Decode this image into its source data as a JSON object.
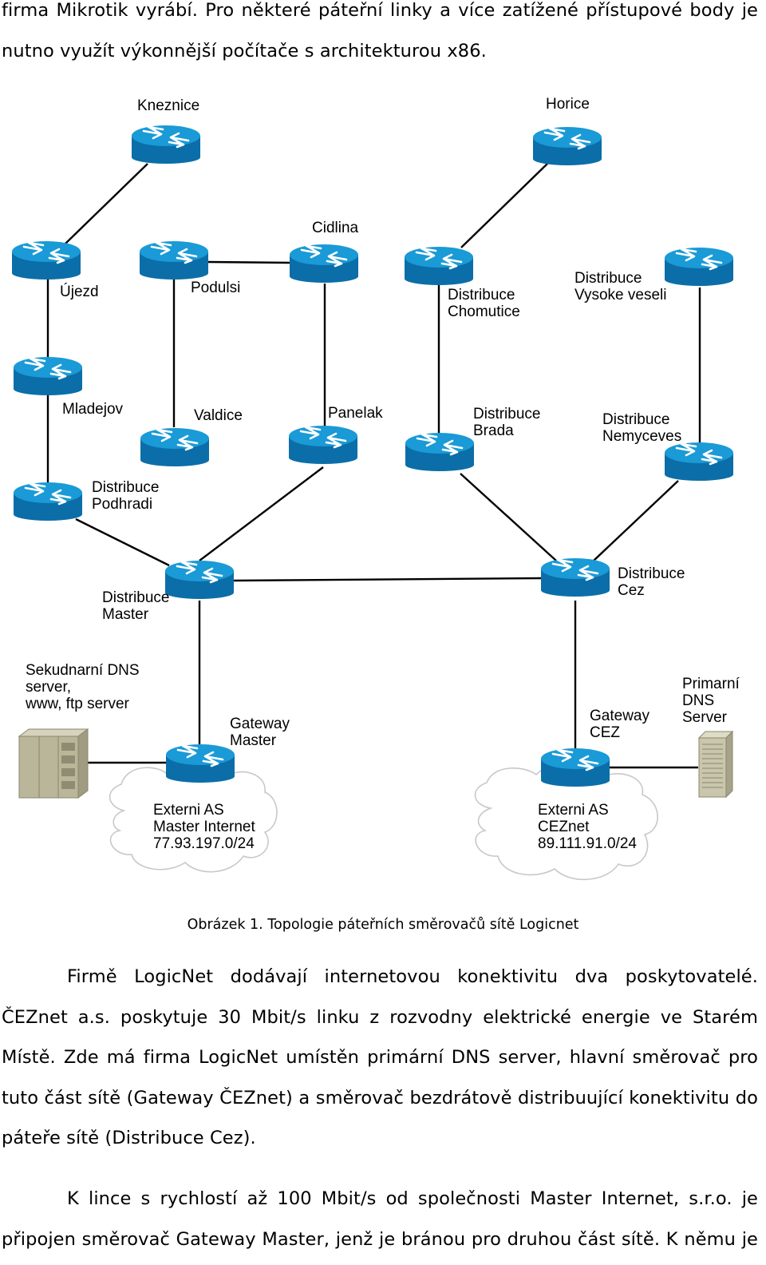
{
  "text": {
    "intro": "firma Mikrotik vyrábí. Pro některé páteřní linky a více zatížené přístupové body je nutno využít výkonnější počítače s architekturou x86.",
    "caption": "Obrázek 1. Topologie páteřních směrovačů sítě Logicnet",
    "paragraph_cez": "Firmě LogicNet dodávají internetovou konektivitu dva poskytovatelé. ČEZnet a.s. poskytuje 30 Mbit/s linku z rozvodny elektrické energie ve Starém Místě. Zde má firma LogicNet umístěn primární DNS server, hlavní směrovač pro tuto část sítě (Gateway ČEZnet) a směrovač bezdrátově distribuující konektivitu do páteře sítě (Distribuce Cez).",
    "paragraph_master": "K lince s rychlostí až 100 Mbit/s od společnosti Master Internet, s.r.o. je připojen směrovač Gateway Master, jenž je bránou pro druhou část sítě. K němu je"
  },
  "diagram": {
    "routers": {
      "kneznice": "Kneznice",
      "horice": "Horice",
      "ujezd": "Újezd",
      "podulsi": "Podulsi",
      "cidlina": "Cidlina",
      "chomutice": "Distribuce\nChomutice",
      "vysoke_veseli": "Distribuce\nVysoke veseli",
      "mladejov": "Mladejov",
      "valdice": "Valdice",
      "panelak": "Panelak",
      "brada": "Distribuce\nBrada",
      "nemyceves": "Distribuce\nNemyceves",
      "podhradi": "Distribuce\nPodhradi",
      "master": "Distribuce\nMaster",
      "cez": "Distribuce\nCez",
      "gateway_master": "Gateway\nMaster",
      "gateway_cez": "Gateway\nCEZ"
    },
    "servers": {
      "secondary": "Sekudnarní DNS\nserver,\nwww, ftp server",
      "primary": "Primarní\nDNS\nServer"
    },
    "clouds": {
      "master": "Externi AS\nMaster Internet\n77.93.197.0/24",
      "cez": "Externi AS\nCEZnet\n89.111.91.0/24"
    },
    "colors": {
      "router_top": "#1a9ad6",
      "router_side": "#0b6ea8",
      "link": "#000000",
      "cloud_stroke": "#c8c8c8",
      "server_body": "#b9b69a"
    }
  }
}
